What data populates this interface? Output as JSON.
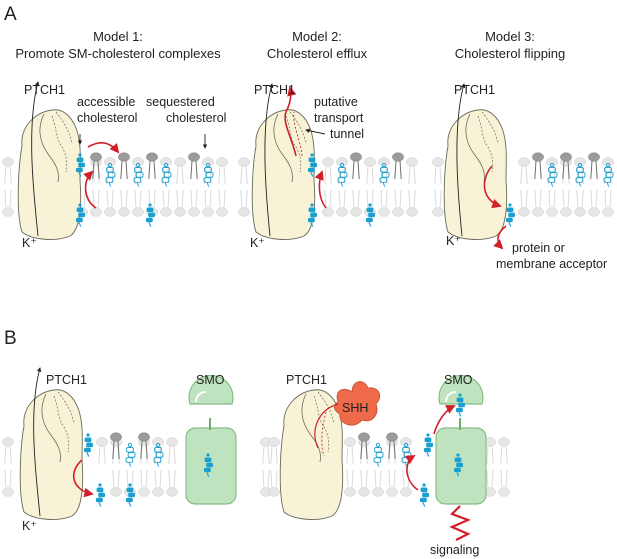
{
  "panel_a": {
    "letter": "A",
    "model1": {
      "title_line1": "Model 1:",
      "title_line2": "Promote SM-cholesterol complexes",
      "protein": "PTCH1",
      "accessible_line1": "accessible",
      "accessible_line2": "cholesterol",
      "sequestered_line1": "sequestered",
      "sequestered_line2": "cholesterol",
      "ion": "K⁺"
    },
    "model2": {
      "title_line1": "Model 2:",
      "title_line2": "Cholesterol efflux",
      "protein": "PTCH1",
      "tunnel_line1": "putative",
      "tunnel_line2": "transport",
      "tunnel_line3": "tunnel",
      "ion": "K⁺"
    },
    "model3": {
      "title_line1": "Model 3:",
      "title_line2": "Cholesterol flipping",
      "protein": "PTCH1",
      "acceptor_line1": "protein or",
      "acceptor_line2": "membrane acceptor",
      "ion": "K⁺"
    }
  },
  "panel_b": {
    "letter": "B",
    "left": {
      "protein": "PTCH1",
      "receptor": "SMO",
      "ion": "K⁺"
    },
    "right": {
      "protein": "PTCH1",
      "ligand": "SHH",
      "receptor": "SMO",
      "output": "signaling"
    }
  },
  "colors": {
    "ptch1_fill": "#f8f3d6",
    "ptch1_stroke": "#6a6a5a",
    "cholesterol": "#1aa0d0",
    "sm_head": "#9a9a9a",
    "lipid_head": "#e6e6e6",
    "arrow": "#d0202a",
    "smo_fill": "#bfe3bf",
    "smo_stroke": "#6fae6f",
    "shh_fill": "#ee6a4a"
  }
}
